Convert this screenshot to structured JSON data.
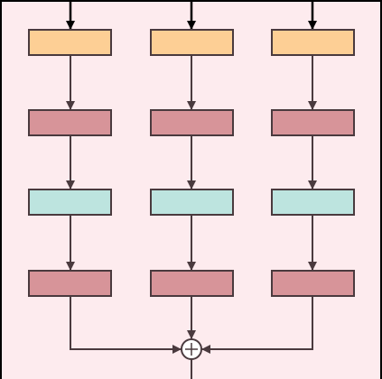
{
  "diagram": {
    "colors": {
      "panel_fill": "#fdebee",
      "panel_border": "#000000",
      "input_block": "#fdcf95",
      "first_transform": "#d79499",
      "middle_block": "#bde4df",
      "last_transform": "#d79499",
      "stroke": "#4a3a3e",
      "input_arrow": "#000000"
    },
    "columns": [
      {
        "name": "left",
        "blocks": [
          {
            "role": "input-block",
            "color": "input_block"
          },
          {
            "role": "transform-block-1",
            "color": "first_transform"
          },
          {
            "role": "middle-block",
            "color": "middle_block"
          },
          {
            "role": "transform-block-2",
            "color": "last_transform"
          }
        ]
      },
      {
        "name": "center",
        "blocks": [
          {
            "role": "input-block",
            "color": "input_block"
          },
          {
            "role": "transform-block-1",
            "color": "first_transform"
          },
          {
            "role": "middle-block",
            "color": "middle_block"
          },
          {
            "role": "transform-block-2",
            "color": "last_transform"
          }
        ]
      },
      {
        "name": "right",
        "blocks": [
          {
            "role": "input-block",
            "color": "input_block"
          },
          {
            "role": "transform-block-1",
            "color": "first_transform"
          },
          {
            "role": "middle-block",
            "color": "middle_block"
          },
          {
            "role": "transform-block-2",
            "color": "last_transform"
          }
        ]
      }
    ],
    "merge": {
      "operator": "sum",
      "icon": "circle-plus-icon"
    }
  }
}
